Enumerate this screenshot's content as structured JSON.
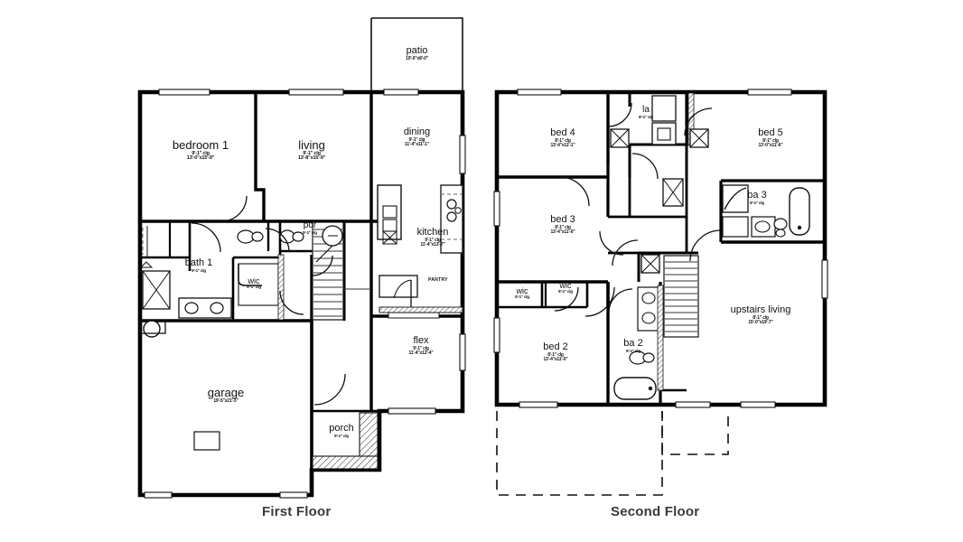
{
  "document": {
    "type": "architectural-floor-plan",
    "captions": [
      {
        "id": "first",
        "label": "First Floor"
      },
      {
        "id": "second",
        "label": "Second Floor"
      }
    ]
  },
  "first_floor": {
    "caption": "First Floor",
    "rooms": [
      {
        "id": "bedroom1",
        "name": "bedroom 1",
        "ceiling": "9'-1\" clg",
        "size": "13'-0\"x15'-9\""
      },
      {
        "id": "living",
        "name": "living",
        "ceiling": "9'-1\" clg",
        "size": "13'-8\"x15'-9\""
      },
      {
        "id": "patio",
        "name": "patio",
        "ceiling": "",
        "size": "10'-0\"x8'-0\""
      },
      {
        "id": "dining",
        "name": "dining",
        "ceiling": "9'-1\" clg",
        "size": "11'-4\"x11'-1\""
      },
      {
        "id": "kitchen",
        "name": "kitchen",
        "ceiling": "9'-1\" clg",
        "size": "11'-4\"x13'-7\""
      },
      {
        "id": "pdr",
        "name": "pdr",
        "ceiling": "9'-1\" clg",
        "size": ""
      },
      {
        "id": "bath1",
        "name": "bath 1",
        "ceiling": "9'-1\" clg",
        "size": ""
      },
      {
        "id": "wic1",
        "name": "wic",
        "ceiling": "9'-1\" clg",
        "size": ""
      },
      {
        "id": "flex",
        "name": "flex",
        "ceiling": "9'-1\" clg",
        "size": "11'-4\"x12'-4\""
      },
      {
        "id": "garage",
        "name": "garage",
        "ceiling": "",
        "size": "19'-5\"x21'-3\""
      },
      {
        "id": "porch",
        "name": "porch",
        "ceiling": "9'-1\" clg",
        "size": ""
      }
    ],
    "annotations": [
      {
        "id": "pantry",
        "label": "PANTRY"
      }
    ]
  },
  "second_floor": {
    "caption": "Second Floor",
    "rooms": [
      {
        "id": "bed4",
        "name": "bed 4",
        "ceiling": "8'-1\" clg",
        "size": "13'-4\"x11'-1\""
      },
      {
        "id": "laundry",
        "name": "la",
        "ceiling": "8'-1\" clg",
        "size": ""
      },
      {
        "id": "bed5",
        "name": "bed 5",
        "ceiling": "8'-1\" clg",
        "size": "13'-0\"x11'-6\""
      },
      {
        "id": "ba3",
        "name": "ba 3",
        "ceiling": "8'-1\" clg",
        "size": ""
      },
      {
        "id": "bed3",
        "name": "bed 3",
        "ceiling": "8'-1\" clg",
        "size": "13'-4\"x11'-0\""
      },
      {
        "id": "wicA",
        "name": "wic",
        "ceiling": "8'-1\" clg",
        "size": ""
      },
      {
        "id": "wicB",
        "name": "wic",
        "ceiling": "8'-1\" clg",
        "size": ""
      },
      {
        "id": "bed2",
        "name": "bed 2",
        "ceiling": "8'-1\" clg",
        "size": "13'-4\"x11'-0\""
      },
      {
        "id": "ba2",
        "name": "ba 2",
        "ceiling": "8'-1\" clg",
        "size": ""
      },
      {
        "id": "upliving",
        "name": "upstairs living",
        "ceiling": "8'-1\" clg",
        "size": "15'-0\"x19'-7\""
      }
    ]
  },
  "colors": {
    "wall": "#000000",
    "thin": "#1a1a1a",
    "fixture": "#222222",
    "background": "#ffffff",
    "caption_text": "#3a3a3a",
    "hatch": "#555555"
  }
}
